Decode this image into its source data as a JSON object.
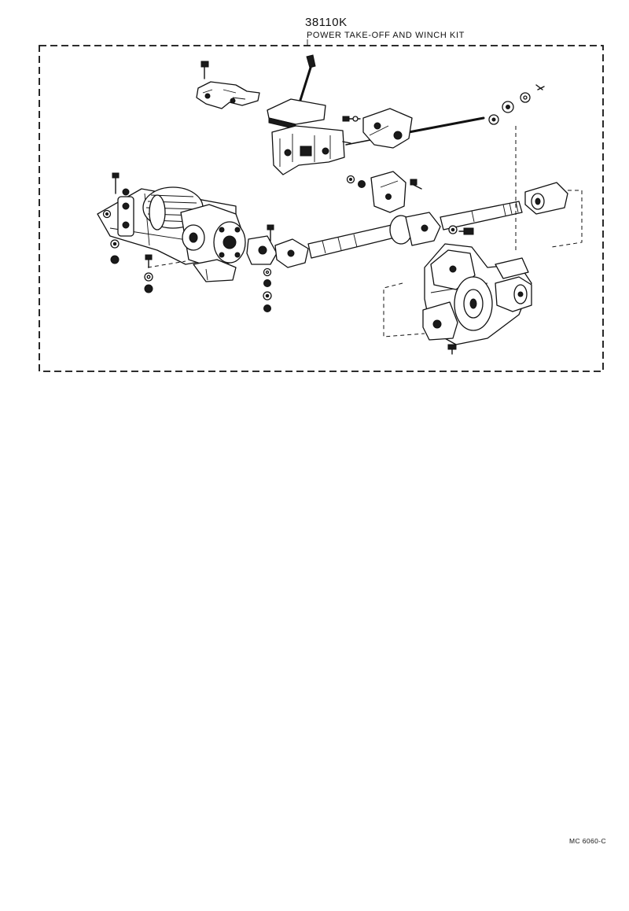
{
  "header": {
    "part_number": "38110K",
    "kit_title": "POWER TAKE-OFF AND WINCH KIT"
  },
  "footer": {
    "figure_code": "MC 6060-C"
  }
}
